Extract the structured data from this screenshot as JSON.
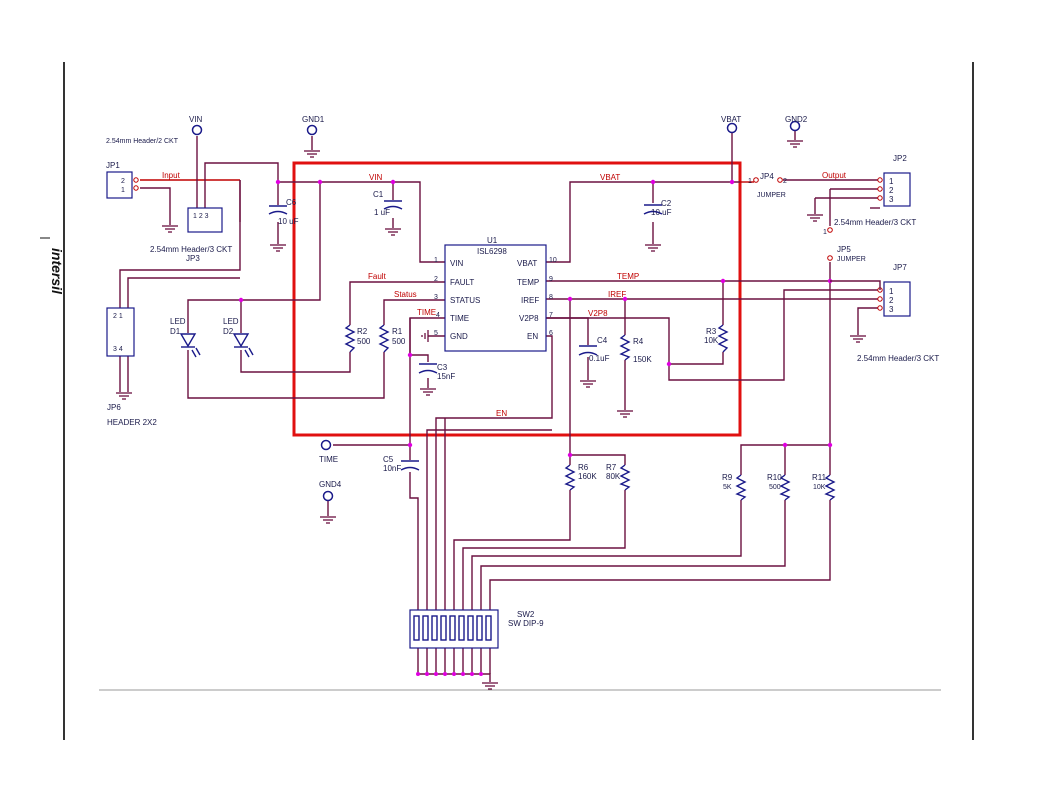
{
  "brand": "intersil",
  "ic": {
    "ref": "U1",
    "part": "ISL6298",
    "left_pins": [
      {
        "num": "1",
        "name": "VIN"
      },
      {
        "num": "2",
        "name": "FAULT"
      },
      {
        "num": "3",
        "name": "STATUS"
      },
      {
        "num": "4",
        "name": "TIME"
      },
      {
        "num": "5",
        "name": "GND"
      }
    ],
    "right_pins": [
      {
        "num": "10",
        "name": "VBAT"
      },
      {
        "num": "9",
        "name": "TEMP"
      },
      {
        "num": "8",
        "name": "IREF"
      },
      {
        "num": "7",
        "name": "V2P8"
      },
      {
        "num": "6",
        "name": "EN"
      }
    ]
  },
  "nets": {
    "input": "Input",
    "vin": "VIN",
    "vbat": "VBAT",
    "output": "Output",
    "fault": "Fault",
    "status": "Status",
    "time": "TIME",
    "temp": "TEMP",
    "iref": "IREF",
    "v2p8": "V2P8",
    "en": "EN"
  },
  "terminals": {
    "vin": "VIN",
    "gnd1": "GND1",
    "vbat": "VBAT",
    "gnd2": "GND2",
    "time": "TIME",
    "gnd4": "GND4"
  },
  "connectors": {
    "jp1": {
      "ref": "JP1",
      "pins": [
        "2",
        "1"
      ],
      "note": "2.54mm Header/2 CKT"
    },
    "jp3": {
      "ref": "JP3",
      "pins": "1 2 3",
      "note": "2.54mm Header/3 CKT"
    },
    "jp2": {
      "ref": "JP2",
      "pins": [
        "1",
        "2",
        "3"
      ],
      "note": "2.54mm Header/3 CKT"
    },
    "jp7": {
      "ref": "JP7",
      "pins": [
        "1",
        "2",
        "3"
      ],
      "note": "2.54mm Header/3 CKT"
    },
    "jp4": {
      "ref": "JP4",
      "pin1": "1",
      "pin2": "2",
      "type": "JUMPER"
    },
    "jp5": {
      "ref": "JP5",
      "pin1": "1",
      "type": "JUMPER"
    },
    "jp6": {
      "ref": "JP6",
      "type": "HEADER 2X2",
      "pins_top": "2  1",
      "pins_bot": "3  4"
    }
  },
  "components": {
    "c1": {
      "ref": "C1",
      "value": "1 uF"
    },
    "c2": {
      "ref": "C2",
      "value": "10 uF"
    },
    "c3": {
      "ref": "C3",
      "value": "15nF"
    },
    "c4": {
      "ref": "C4",
      "value": "0.1uF"
    },
    "c5": {
      "ref": "C5",
      "value": "10nF"
    },
    "c6": {
      "ref": "C6",
      "value": "10 uF"
    },
    "r1": {
      "ref": "R1",
      "value": "500"
    },
    "r2": {
      "ref": "R2",
      "value": "500"
    },
    "r3": {
      "ref": "R3",
      "value": "10K"
    },
    "r4": {
      "ref": "R4",
      "value": "150K"
    },
    "r6": {
      "ref": "R6",
      "value": "160K"
    },
    "r7": {
      "ref": "R7",
      "value": "80K"
    },
    "r9": {
      "ref": "R9",
      "value": "5K"
    },
    "r10": {
      "ref": "R10",
      "value": "500"
    },
    "r11": {
      "ref": "R11",
      "value": "10K"
    },
    "d1": {
      "type": "LED",
      "ref": "D1"
    },
    "d2": {
      "type": "LED",
      "ref": "D2"
    },
    "sw2": {
      "ref": "SW2",
      "type": "SW DIP-9"
    }
  }
}
